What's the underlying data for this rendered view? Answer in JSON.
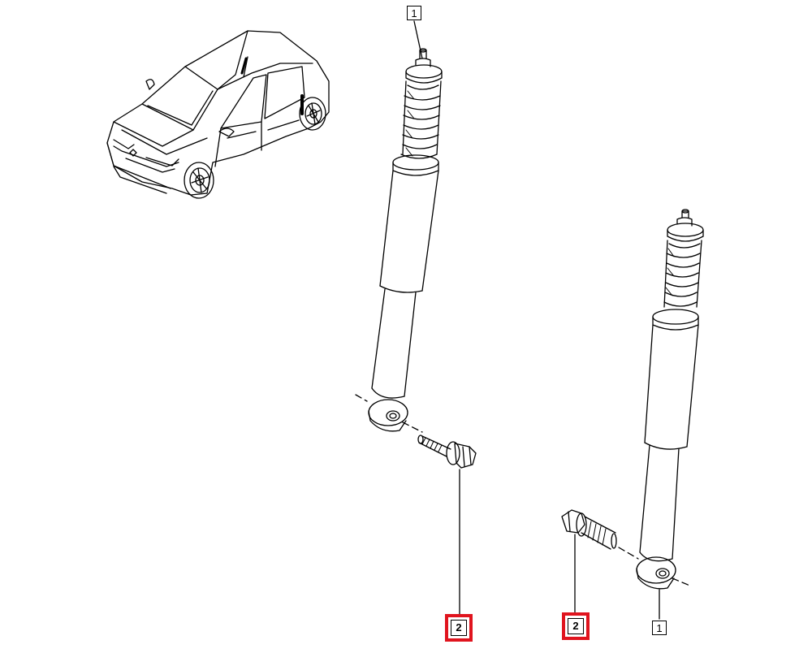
{
  "callouts": {
    "top_shock": "1",
    "bottom_shock": "1",
    "bolt_left": "2",
    "bolt_right": "2"
  },
  "colors": {
    "line": "#000000",
    "highlight": "#e0141e",
    "background": "#ffffff"
  },
  "icons": [
    "car-hatchback-icon",
    "shock-absorber-icon",
    "bolt-icon"
  ]
}
